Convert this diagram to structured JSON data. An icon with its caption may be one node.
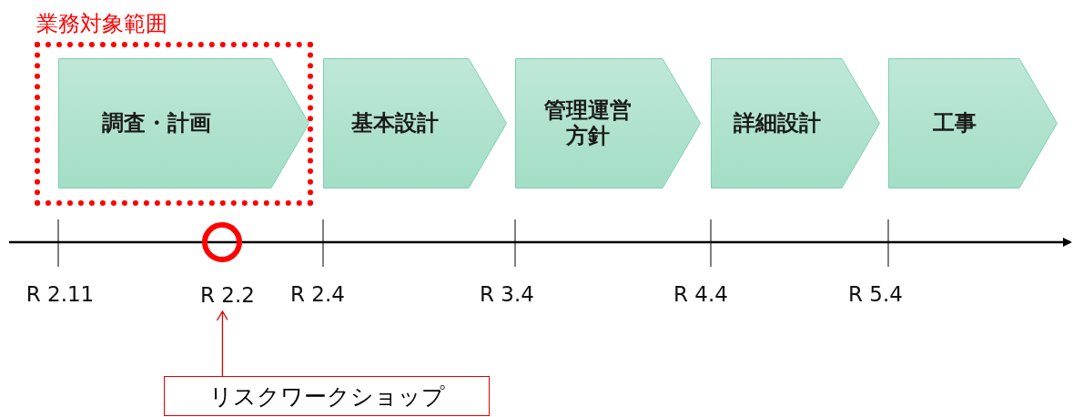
{
  "diagram": {
    "nodes": [
      {
        "text": [
          "業務対象範囲"
        ]
      },
      {
        "text": [
          "調査・計画"
        ],
        "in": 0
      },
      {
        "text": [
          "基本設計"
        ]
      },
      {
        "text": [
          "管理運営方針"
        ]
      },
      {
        "text": [
          "詳細設計"
        ]
      },
      {
        "text": [
          "工事"
        ]
      },
      {
        "text": [],
        "shape": "circle"
      },
      {
        "text": [
          "R 2.2"
        ]
      },
      {
        "text": [
          "リスクワークショップ"
        ]
      }
    ],
    "edges": [
      {
        "from": 8,
        "to": 7,
        "arrow": "to"
      }
    ],
    "labels": [
      "R 2.11",
      "R 2.4",
      "R 3.4",
      "R 4.4",
      "R 5.4"
    ]
  }
}
